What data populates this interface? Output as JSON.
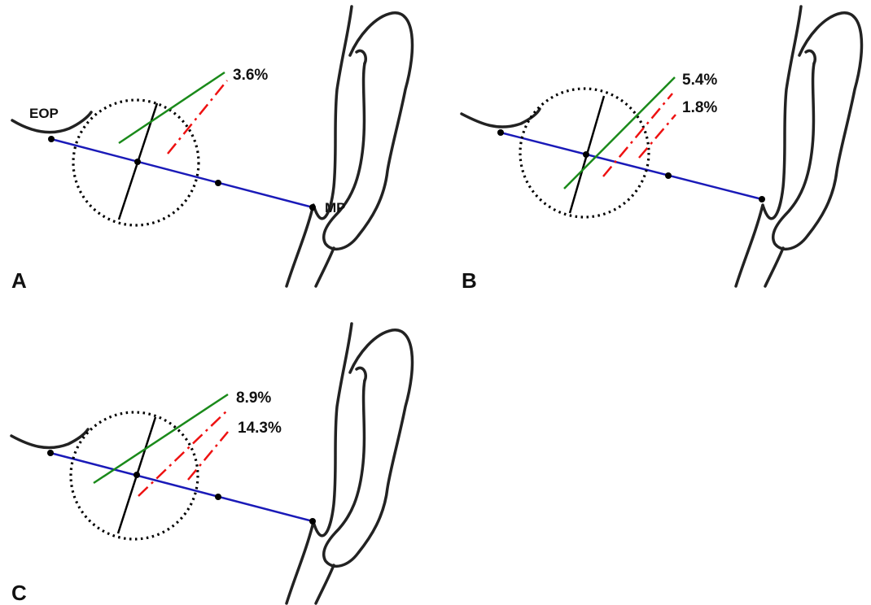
{
  "labels": {
    "eop": "EOP",
    "mp": "MP"
  },
  "panels": [
    {
      "letter": "A",
      "green_value": "3.6%",
      "red_value": ""
    },
    {
      "letter": "B",
      "green_value": "5.4%",
      "red_value": "1.8%"
    },
    {
      "letter": "C",
      "green_value": "8.9%",
      "red_value": "14.3%"
    }
  ],
  "colors": {
    "reference_line": "#1a1ab8",
    "green_line": "#1a8a1a",
    "red_line": "#ee1111",
    "outline": "#222222"
  },
  "icons": {
    "ear": "ear-outline",
    "occiput": "occiput-outline"
  }
}
